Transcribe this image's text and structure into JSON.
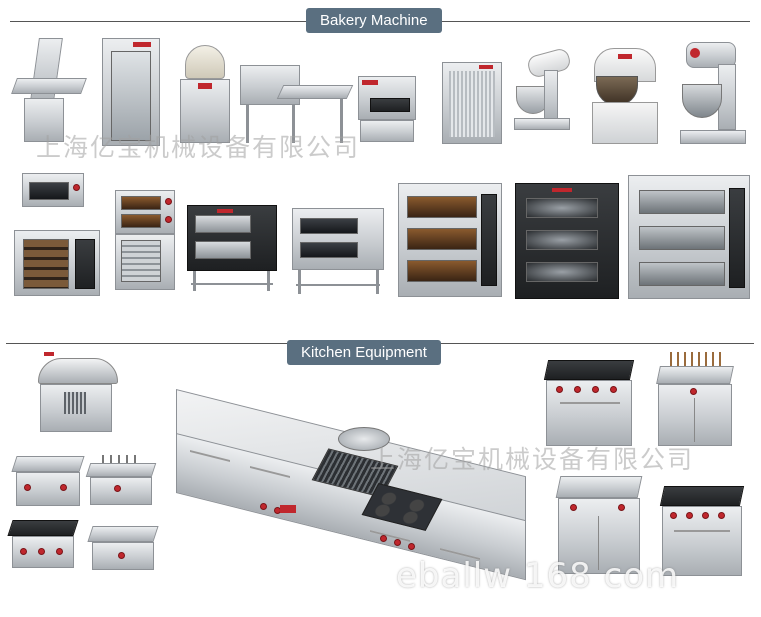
{
  "sections": {
    "bakery": {
      "title": "Bakery Machine"
    },
    "kitchen": {
      "title": "Kitchen Equipment"
    }
  },
  "watermarks": {
    "company": "上海亿宝机械设备有限公司",
    "url": "eballw  168  com"
  },
  "colors": {
    "badge": "#5a6f80",
    "accent_red": "#c0272d",
    "line": "#555555"
  },
  "icons": [
    "dough-sheeter-icon",
    "proofer-icon",
    "dough-divider-icon",
    "moulder-icon",
    "bread-slicer-icon",
    "water-chiller-icon",
    "stand-mixer-icon",
    "spiral-mixer-icon",
    "planetary-mixer-icon",
    "deck-oven-icon",
    "convection-oven-icon",
    "fryer-icon",
    "noodle-cooker-icon",
    "griddle-icon",
    "gas-range-icon",
    "kitchen-island-icon"
  ]
}
